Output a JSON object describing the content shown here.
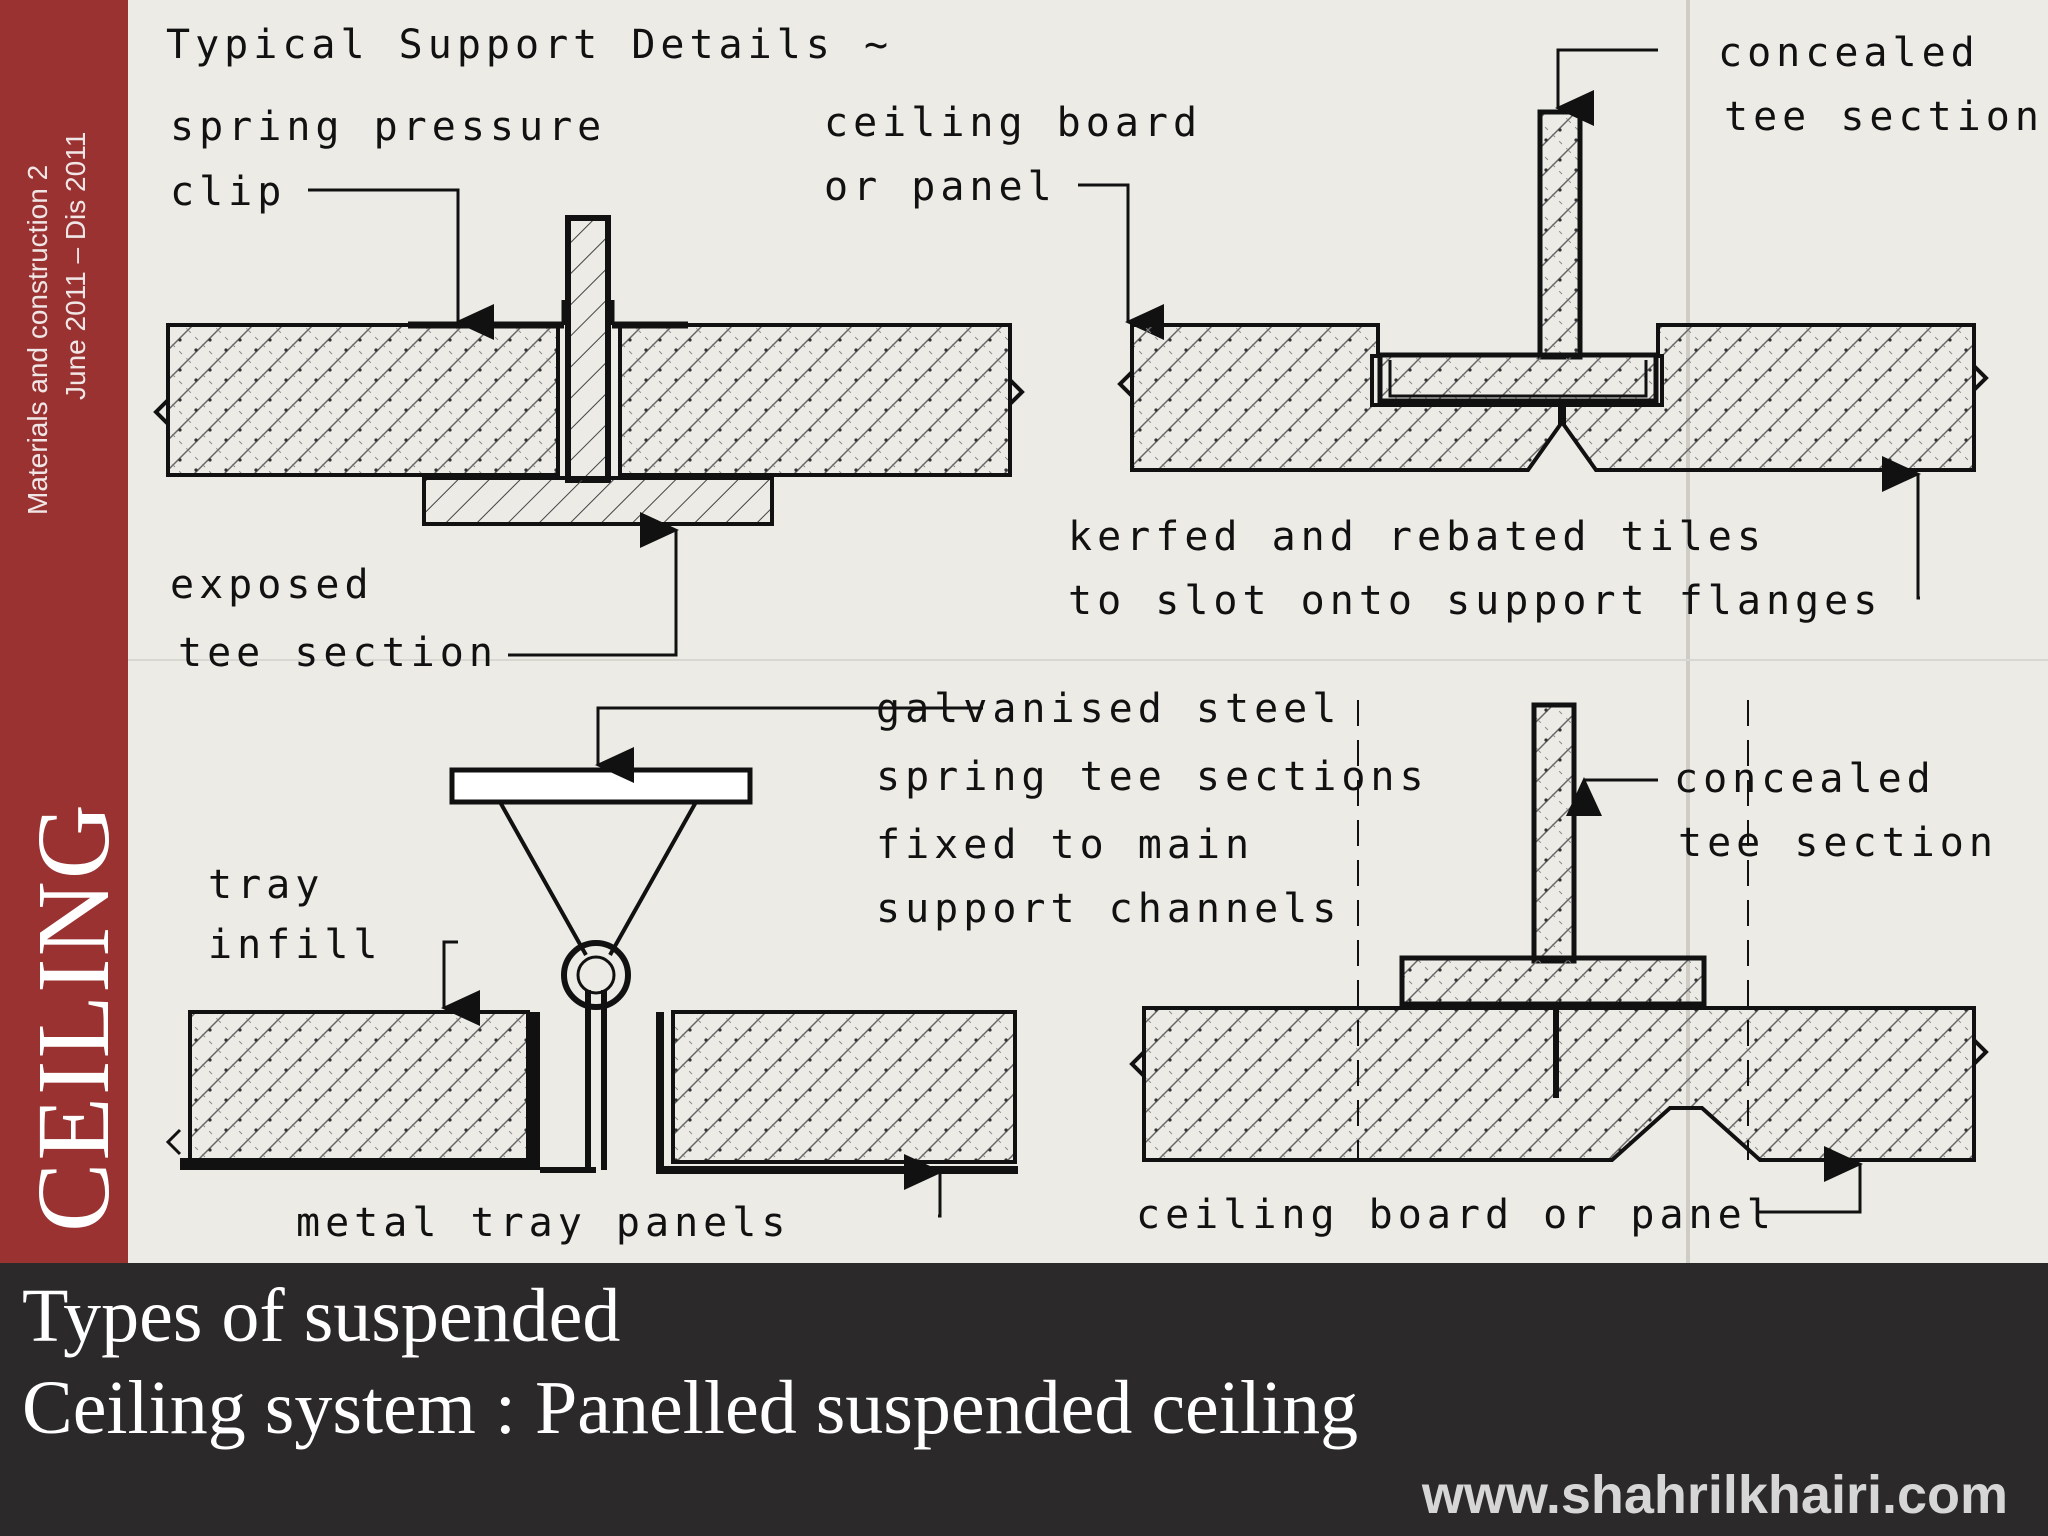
{
  "sidebar": {
    "course": "Materials and construction 2",
    "dates": "June 2011 – Dis 2011",
    "section": "CEILING"
  },
  "diagram": {
    "title": "Typical Support Details ~",
    "labels": {
      "spring_clip_1": "spring pressure",
      "spring_clip_2": "clip",
      "ceiling_board_1": "ceiling board",
      "ceiling_board_2": "or panel",
      "exposed_tee_1": "exposed",
      "exposed_tee_2": "tee section",
      "concealed_tee_a_1": "concealed",
      "concealed_tee_a_2": "tee section",
      "kerfed_1": "kerfed and rebated tiles",
      "kerfed_2": "to slot onto support flanges",
      "galvanised_1": "galvanised steel",
      "galvanised_2": "spring tee sections",
      "galvanised_3": "fixed to main",
      "galvanised_4": "support channels",
      "tray_infill_1": "tray",
      "tray_infill_2": "infill",
      "concealed_tee_b_1": "concealed",
      "concealed_tee_b_2": "tee section",
      "metal_tray": "metal tray panels",
      "ceiling_board_bottom": "ceiling board or panel"
    }
  },
  "caption": {
    "line1": "Types of suspended",
    "line2": "Ceiling system : Panelled suspended ceiling"
  },
  "website": "www.shahrilkhairi.com"
}
